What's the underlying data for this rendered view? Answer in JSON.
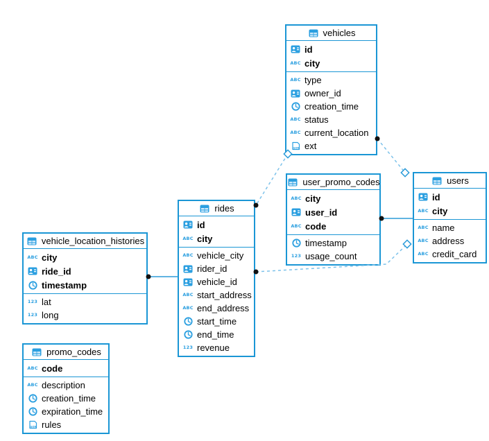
{
  "diagram": {
    "background": "#ffffff",
    "accent": "#1a96d5",
    "icon_color": "#2b9fe0",
    "dashed_line_color": "#7dc2ea",
    "solid_line_color": "#2b9bd9",
    "endpoint_dot_color": "#111111",
    "icons": {
      "table": "table-icon",
      "id": "id-badge-icon",
      "text": "abc-icon",
      "number": "123-icon",
      "time": "clock-icon",
      "json": "json-icon"
    }
  },
  "tables": [
    {
      "id": "vehicles",
      "name": "vehicles",
      "keys": [
        {
          "icon": "id",
          "label": "id"
        },
        {
          "icon": "text",
          "label": "city"
        }
      ],
      "columns": [
        {
          "icon": "text",
          "label": "type"
        },
        {
          "icon": "id",
          "label": "owner_id"
        },
        {
          "icon": "time",
          "label": "creation_time"
        },
        {
          "icon": "text",
          "label": "status"
        },
        {
          "icon": "text",
          "label": "current_location"
        },
        {
          "icon": "json",
          "label": "ext"
        }
      ]
    },
    {
      "id": "user_promo_codes",
      "name": "user_promo_codes",
      "keys": [
        {
          "icon": "text",
          "label": "city"
        },
        {
          "icon": "id",
          "label": "user_id"
        },
        {
          "icon": "text",
          "label": "code"
        }
      ],
      "columns": [
        {
          "icon": "time",
          "label": "timestamp"
        },
        {
          "icon": "number",
          "label": "usage_count"
        }
      ]
    },
    {
      "id": "users",
      "name": "users",
      "keys": [
        {
          "icon": "id",
          "label": "id"
        },
        {
          "icon": "text",
          "label": "city"
        }
      ],
      "columns": [
        {
          "icon": "text",
          "label": "name"
        },
        {
          "icon": "text",
          "label": "address"
        },
        {
          "icon": "text",
          "label": "credit_card"
        }
      ]
    },
    {
      "id": "rides",
      "name": "rides",
      "keys": [
        {
          "icon": "id",
          "label": "id"
        },
        {
          "icon": "text",
          "label": "city"
        }
      ],
      "columns": [
        {
          "icon": "text",
          "label": "vehicle_city"
        },
        {
          "icon": "id",
          "label": "rider_id"
        },
        {
          "icon": "id",
          "label": "vehicle_id"
        },
        {
          "icon": "text",
          "label": "start_address"
        },
        {
          "icon": "text",
          "label": "end_address"
        },
        {
          "icon": "time",
          "label": "start_time"
        },
        {
          "icon": "time",
          "label": "end_time"
        },
        {
          "icon": "number",
          "label": "revenue"
        }
      ]
    },
    {
      "id": "vehicle_location_histories",
      "name": "vehicle_location_histories",
      "keys": [
        {
          "icon": "text",
          "label": "city"
        },
        {
          "icon": "id",
          "label": "ride_id"
        },
        {
          "icon": "time",
          "label": "timestamp"
        }
      ],
      "columns": [
        {
          "icon": "number",
          "label": "lat"
        },
        {
          "icon": "number",
          "label": "long"
        }
      ]
    },
    {
      "id": "promo_codes",
      "name": "promo_codes",
      "keys": [
        {
          "icon": "text",
          "label": "code"
        }
      ],
      "columns": [
        {
          "icon": "text",
          "label": "description"
        },
        {
          "icon": "time",
          "label": "creation_time"
        },
        {
          "icon": "time",
          "label": "expiration_time"
        },
        {
          "icon": "json",
          "label": "rules"
        }
      ]
    }
  ],
  "connections": [
    {
      "from": "rides",
      "to": "vehicles",
      "style": "dashed"
    },
    {
      "from": "users",
      "to": "vehicles",
      "style": "dashed"
    },
    {
      "from": "rides",
      "to": "users",
      "style": "dashed"
    },
    {
      "from": "user_promo_codes",
      "to": "users",
      "style": "solid"
    },
    {
      "from": "vehicle_location_histories",
      "to": "rides",
      "style": "solid"
    }
  ]
}
